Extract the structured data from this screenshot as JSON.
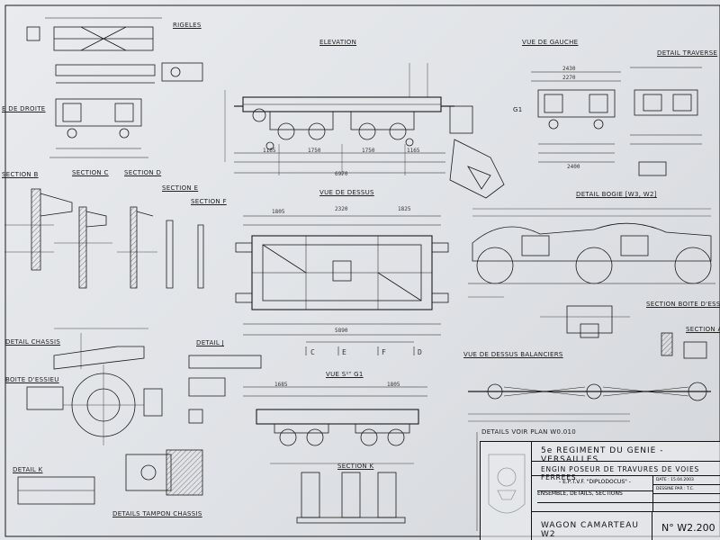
{
  "view_labels": {
    "rigeles": "RIGELES",
    "elevation": "ELEVATION",
    "vue_de_gauche": "VUE DE GAUCHE",
    "detail_traverse": "DETAIL TRAVERSE",
    "vue_de_droite": "E DE DROITE",
    "section_b": "SECTION B",
    "section_c": "SECTION C",
    "section_d": "SECTION D",
    "section_e": "SECTION E",
    "section_f": "SECTION F",
    "vue_de_dessus": "VUE DE DESSUS",
    "detail_bogie": "DETAIL BOGIE [W3, W2]",
    "section_boite_essieu": "SECTION BOITE D'ESSIEU",
    "section_a": "SECTION A",
    "detail_chassis": "DETAIL CHASSIS",
    "detail_j": "DETAIL J",
    "vue_de_dessus_balanciers": "VUE DE DESSUS  BALANCIERS",
    "boite_essieu": "BOITE D'ESSIEU",
    "vue_st_g1": "VUE S¹ᵀ G1",
    "section_k": "SECTION K",
    "detail_k": "DETAIL K",
    "details_tampon_chassis": "DETAILS TAMPON  CHASSIS",
    "details_voir_plan": "DETAILS  VOIR PLAN  W0.010",
    "g1": "G1"
  },
  "dimension_notes": {
    "elevation_total": "6970",
    "elevation_1165": "1165",
    "elevation_1750a": "1750",
    "elevation_1750b": "1750",
    "elevation_1165b": "1165",
    "dessus_1805": "1805",
    "dessus_2320": "2320",
    "dessus_1825": "1825",
    "dessus_5890": "5890",
    "gauche_2430": "2430",
    "gauche_2270": "2270",
    "gauche_2400": "2400",
    "vue_g1_1685": "1685",
    "vue_g1_1805": "1805",
    "section_letters": [
      "C",
      "E",
      "F",
      "D"
    ]
  },
  "title_block": {
    "regiment": "5e REGIMENT DU GENIE - VERSAILLES",
    "engin": "ENGIN POSEUR DE TRAVURES DE VOIES FERREES",
    "eptvf": "- E.P.T.V.F. \"DIPLODOCUS\" -",
    "ensemble": "ENSEMBLE, DETAILS, SECTIONS",
    "wagon": "WAGON CAMARTEAU W2",
    "number": "N° W2.200",
    "side_rows": [
      "DATE : 15.04.2003",
      "DESSINE PAR : T.C.",
      "",
      ""
    ]
  },
  "colors": {
    "paper": "#e3e6ea",
    "ink": "#1a1a1a",
    "frame": "#4a4a48"
  }
}
